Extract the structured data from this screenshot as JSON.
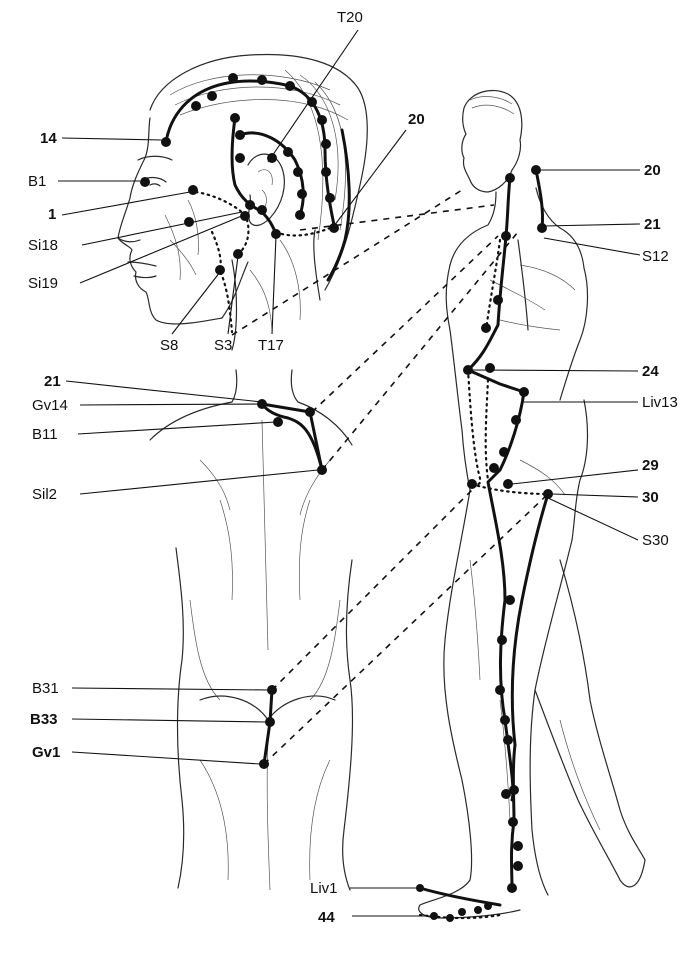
{
  "labels": {
    "t20": "T20",
    "n14": "14",
    "b1": "B1",
    "n1": "1",
    "si18": "Si18",
    "si19": "Si19",
    "s8": "S8",
    "s3": "S3",
    "t17": "T17",
    "n20_head": "20",
    "n20_right": "20",
    "n21_right": "21",
    "s12": "S12",
    "n24": "24",
    "liv13": "Liv13",
    "n29": "29",
    "n30": "30",
    "s30": "S30",
    "n21_back": "21",
    "gv14": "Gv14",
    "b11": "B11",
    "sil2": "Sil2",
    "b31": "B31",
    "b33": "B33",
    "gv1": "Gv1",
    "liv1": "Liv1",
    "n44": "44"
  }
}
